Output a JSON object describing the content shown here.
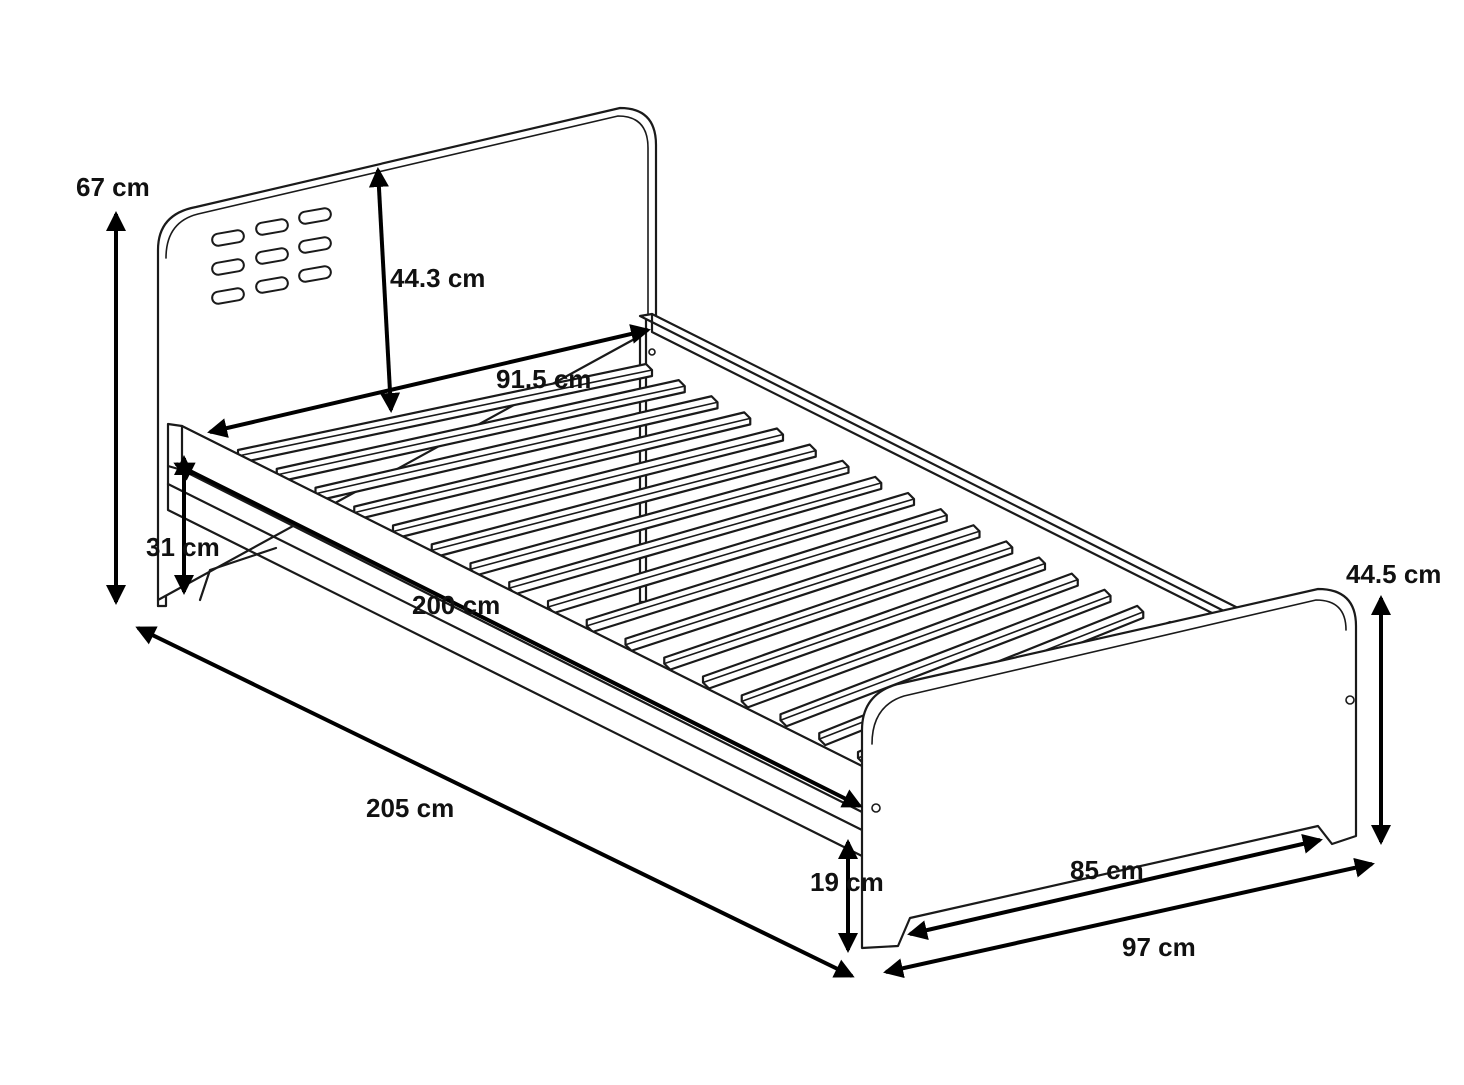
{
  "dimensions": {
    "total_height": "67 cm",
    "headboard_panel_height": "44.3 cm",
    "inner_width": "91.5 cm",
    "side_rail_height": "31 cm",
    "inner_length": "200 cm",
    "total_length": "205 cm",
    "footboard_height": "44.5 cm",
    "leg_clearance": "19 cm",
    "footboard_inner_width": "85 cm",
    "total_width": "97 cm"
  }
}
